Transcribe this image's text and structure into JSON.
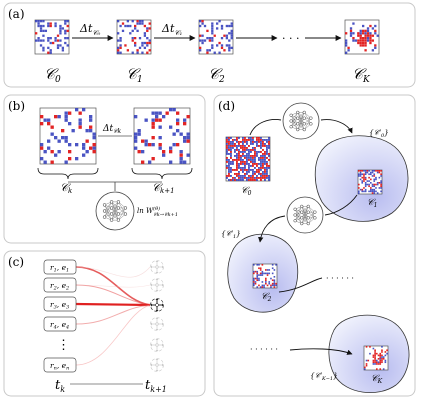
{
  "panels": {
    "a": {
      "label": "(a)",
      "configs": [
        "𝒞₀",
        "𝒞₁",
        "𝒞₂",
        "𝒞_K"
      ],
      "configs_display": [
        {
          "main": "𝒞",
          "sub": "0"
        },
        {
          "main": "𝒞",
          "sub": "1"
        },
        {
          "main": "𝒞",
          "sub": "2"
        },
        {
          "main": "𝒞",
          "sub": "K"
        }
      ],
      "arrows": [
        {
          "main": "Δt",
          "sub": "𝒞₀"
        },
        {
          "main": "Δt",
          "sub": "𝒞₁"
        }
      ],
      "ellipsis": "· · ·"
    },
    "b": {
      "label": "(b)",
      "arrow": {
        "main": "Δt",
        "sub": "𝒞k"
      },
      "left": {
        "main": "𝒞",
        "sub": "k"
      },
      "right": {
        "main": "𝒞",
        "sub": "k+1"
      },
      "weight": {
        "main": "ln W",
        "sup": "(θ)",
        "sub": "𝒞k→𝒞k+1"
      }
    },
    "c": {
      "label": "(c)",
      "inputs": [
        {
          "r": "r",
          "rs": "1",
          "e": "e",
          "es": "1"
        },
        {
          "r": "r",
          "rs": "2",
          "e": "e",
          "es": "2"
        },
        {
          "r": "r",
          "rs": "3",
          "e": "e",
          "es": "3"
        },
        {
          "r": "r",
          "rs": "4",
          "e": "e",
          "es": "4"
        },
        {
          "r": "r",
          "rs": "n",
          "e": "e",
          "es": "n"
        }
      ],
      "vdots": "⋮",
      "t_start": {
        "main": "t",
        "sub": "k"
      },
      "t_end": {
        "main": "t",
        "sub": "k+1"
      }
    },
    "d": {
      "label": "(d)",
      "c0": {
        "main": "𝒞",
        "sub": "0"
      },
      "c1": {
        "main": "𝒞",
        "sub": "1"
      },
      "c2": {
        "main": "𝒞",
        "sub": "2"
      },
      "cK": {
        "main": "𝒞",
        "sub": "K"
      },
      "set0": {
        "main": "{𝒞′",
        "sub": "0",
        "tail": "}"
      },
      "set1": {
        "main": "{𝒞′",
        "sub": "1",
        "tail": "}"
      },
      "setK": {
        "main": "{𝒞′",
        "sub": "K−1",
        "tail": "}"
      },
      "dots1": "· · · · · ·",
      "dots2": "· · · · · ·"
    }
  },
  "colors": {
    "panel_border": "#c8c8c8",
    "site_red": "#e01818",
    "site_blue": "#2a36b8",
    "thick_edge": "#e02020",
    "blob_fill": "#c9cdf2"
  }
}
